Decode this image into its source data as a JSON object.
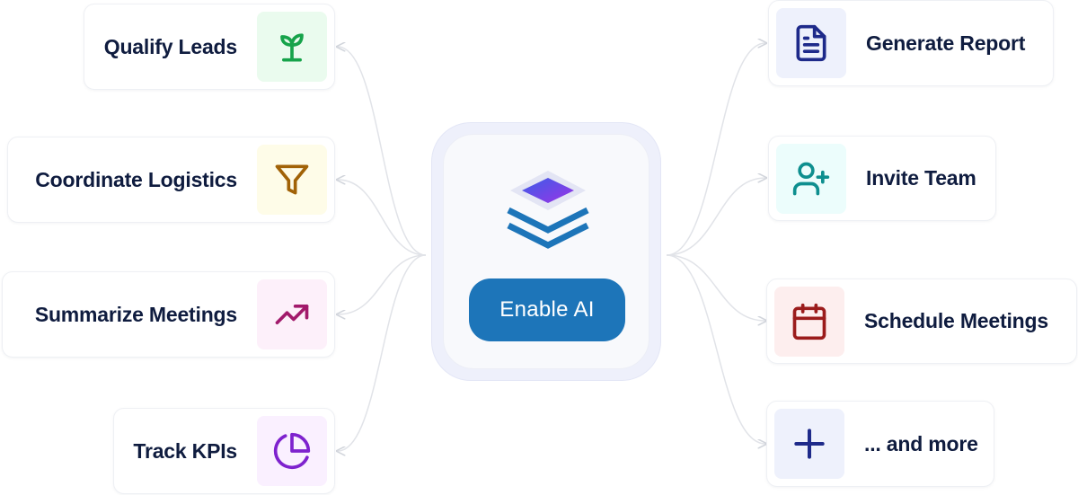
{
  "hub": {
    "button_label": "Enable AI",
    "icon": "stacked-layers-icon"
  },
  "left_actions": [
    {
      "label": "Qualify Leads",
      "icon": "sprout-icon",
      "icon_color": "#16a34a",
      "icon_bg": "#eafbee"
    },
    {
      "label": "Coordinate Logistics",
      "icon": "funnel-icon",
      "icon_color": "#a16207",
      "icon_bg": "#fefce8"
    },
    {
      "label": "Summarize Meetings",
      "icon": "trending-up-icon",
      "icon_color": "#a21a6b",
      "icon_bg": "#fdf0fa"
    },
    {
      "label": "Track KPIs",
      "icon": "pie-chart-icon",
      "icon_color": "#7e22ce",
      "icon_bg": "#faf0ff"
    }
  ],
  "right_actions": [
    {
      "label": "Generate Report",
      "icon": "document-icon",
      "icon_color": "#1e2a8a",
      "icon_bg": "#eef1fc"
    },
    {
      "label": "Invite Team",
      "icon": "user-plus-icon",
      "icon_color": "#0e8f8f",
      "icon_bg": "#ecfdfc"
    },
    {
      "label": "Schedule Meetings",
      "icon": "calendar-icon",
      "icon_color": "#9b1c1c",
      "icon_bg": "#fdeeee"
    },
    {
      "label": "... and more",
      "icon": "plus-icon",
      "icon_color": "#1e2a8a",
      "icon_bg": "#eef1fc"
    }
  ]
}
